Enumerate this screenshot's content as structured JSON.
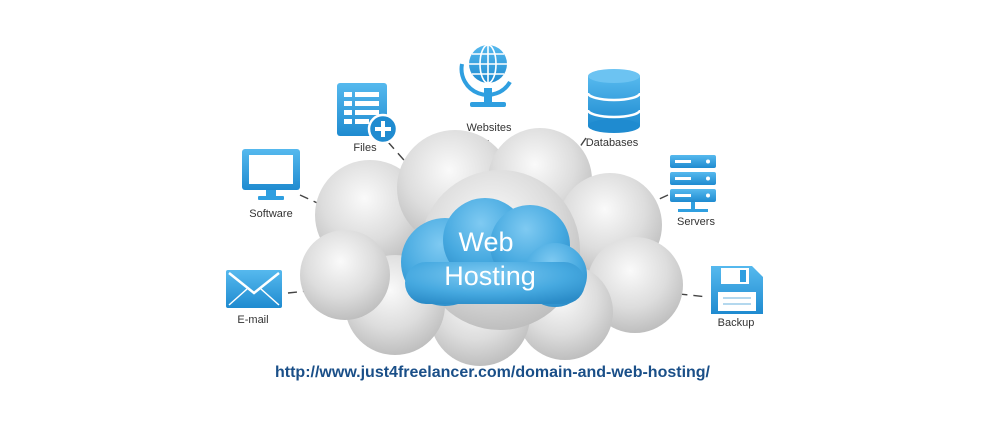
{
  "center": {
    "line1": "Web",
    "line2": "Hosting"
  },
  "nodes": [
    {
      "key": "websites",
      "label": "Websites",
      "icon": "globe-icon"
    },
    {
      "key": "files",
      "label": "Files",
      "icon": "document-add-icon"
    },
    {
      "key": "databases",
      "label": "Databases",
      "icon": "database-icon"
    },
    {
      "key": "software",
      "label": "Software",
      "icon": "monitor-icon"
    },
    {
      "key": "servers",
      "label": "Servers",
      "icon": "server-rack-icon"
    },
    {
      "key": "email",
      "label": "E-mail",
      "icon": "envelope-icon"
    },
    {
      "key": "backup",
      "label": "Backup",
      "icon": "floppy-disk-icon"
    }
  ],
  "url": "http://www.just4freelancer.com/domain-and-web-hosting/",
  "colors": {
    "accent": "#2f9fe0",
    "center_cloud": "#4aaee3",
    "cloud_gray": "#d8d8d8",
    "url_text": "#1a4f88",
    "label_text": "#333333",
    "connector": "#444444"
  }
}
